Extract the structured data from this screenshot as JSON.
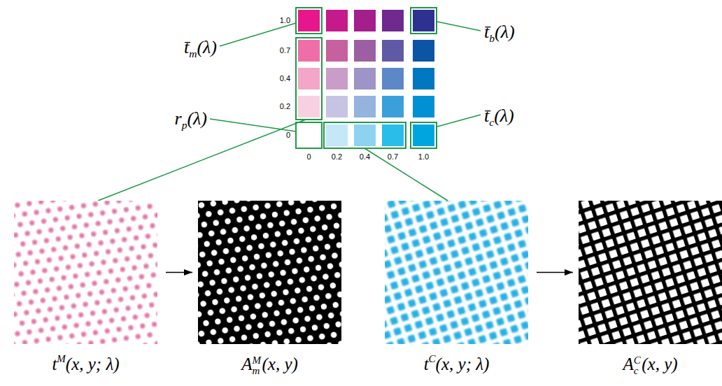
{
  "diagram": {
    "nodes": [
      {
        "text": [
          "tM(x, y; λ)"
        ]
      },
      {
        "text": [
          "AmM(x, y)"
        ]
      },
      {
        "text": [
          "tC(x, y; λ)"
        ]
      },
      {
        "text": [
          "AcC(x, y)"
        ]
      }
    ],
    "edges": [
      {
        "from": 0,
        "to": 1,
        "arrow": "to"
      },
      {
        "from": 2,
        "to": 3,
        "arrow": "to"
      }
    ],
    "labels": [
      "1.0",
      "t̄m(λ)",
      "t̄b(λ)",
      "0.7",
      "0.4",
      "0.2",
      "rp(λ)",
      "t̄c(λ)",
      "0",
      "0",
      "0.2",
      "0.4",
      "0.7",
      "1.0"
    ]
  }
}
